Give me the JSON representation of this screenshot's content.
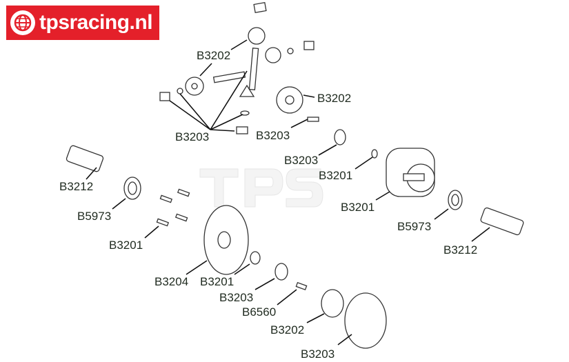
{
  "logo": {
    "text": "tpsracing.nl",
    "color": "#e4202a"
  },
  "watermark": "TPS",
  "labels": [
    {
      "text": "B3202"
    },
    {
      "text": "B3202"
    },
    {
      "text": "B3203"
    },
    {
      "text": "B3203"
    },
    {
      "text": "B3203"
    },
    {
      "text": "B3201"
    },
    {
      "text": "B3212"
    },
    {
      "text": "B5973"
    },
    {
      "text": "B3201"
    },
    {
      "text": "B5973"
    },
    {
      "text": "B3201"
    },
    {
      "text": "B3212"
    },
    {
      "text": "B3204"
    },
    {
      "text": "B3201"
    },
    {
      "text": "B3203"
    },
    {
      "text": "B6560"
    },
    {
      "text": "B3202"
    },
    {
      "text": "B3203"
    }
  ]
}
